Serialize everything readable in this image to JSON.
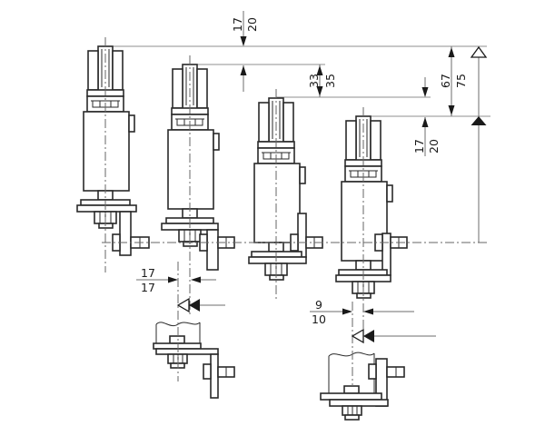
{
  "colors": {
    "primary_text": "#1a1a1a",
    "secondary_text": "#2f7fae",
    "part_line": "#2a2a2a",
    "projection_line": "#8f8f8f",
    "centerline": "#666666"
  },
  "dimensions": {
    "top_stroke": {
      "a": "17",
      "b": "20"
    },
    "mid_stroke": {
      "a": "33",
      "b": "35"
    },
    "overall_right": {
      "a": "67",
      "b": "75"
    },
    "right_stroke": {
      "a": "17",
      "b": "20"
    },
    "left_offset": {
      "a": "17",
      "b": "17"
    },
    "right_offset": {
      "a": "9",
      "b": "10"
    }
  }
}
